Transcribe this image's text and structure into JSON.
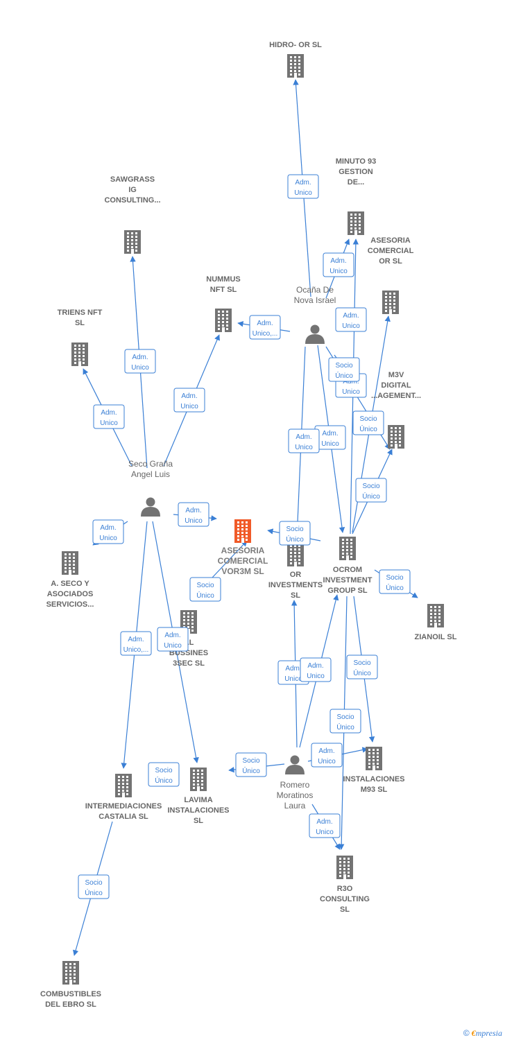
{
  "colors": {
    "edge": "#3a7fd5",
    "node": "#737373",
    "main_node": "#f05a28",
    "label": "#666666"
  },
  "nodes": [
    {
      "id": "hidro",
      "type": "company",
      "lines": [
        "HIDRO- OR  SL"
      ]
    },
    {
      "id": "minuto",
      "type": "company",
      "lines": [
        "MINUTO 93",
        "GESTION",
        "DE..."
      ]
    },
    {
      "id": "sawgrass",
      "type": "company",
      "lines": [
        "SAWGRASS",
        "IG",
        "CONSULTING..."
      ]
    },
    {
      "id": "asesoria_or",
      "type": "company",
      "lines": [
        "ASESORIA",
        "COMERCIAL",
        "OR  SL"
      ]
    },
    {
      "id": "nummus",
      "type": "company",
      "lines": [
        "NUMMUS",
        "NFT  SL"
      ]
    },
    {
      "id": "ocana",
      "type": "person",
      "lines": [
        "Ocaña De",
        "Nova Israel"
      ]
    },
    {
      "id": "triens",
      "type": "company",
      "lines": [
        "TRIENS NFT",
        "SL"
      ]
    },
    {
      "id": "m3v",
      "type": "company",
      "lines": [
        "M3V",
        "DIGITAL",
        "...AGEMENT..."
      ]
    },
    {
      "id": "seco",
      "type": "person",
      "lines": [
        "Seco Graña",
        "Angel Luis"
      ]
    },
    {
      "id": "asesoria_main",
      "type": "main",
      "lines": [
        "ASESORIA",
        "COMERCIAL",
        "VOR3M  SL"
      ]
    },
    {
      "id": "or_inv",
      "type": "company",
      "lines": [
        "OR",
        "INVESTMENTS",
        "SL"
      ]
    },
    {
      "id": "ocrom",
      "type": "company",
      "lines": [
        "OCROM",
        "INVESTMENT",
        "GROUP  SL"
      ]
    },
    {
      "id": "aseco",
      "type": "company",
      "lines": [
        "A.  SECO Y",
        "ASOCIADOS",
        "SERVICIOS..."
      ]
    },
    {
      "id": "zianoil",
      "type": "company",
      "lines": [
        "ZIANOIL  SL"
      ]
    },
    {
      "id": "al_bussines",
      "type": "company",
      "lines": [
        "AL",
        "BUSSINES",
        "3SEC  SL"
      ]
    },
    {
      "id": "intermediaciones",
      "type": "company",
      "lines": [
        "INTERMEDIACIONES",
        "CASTALIA  SL"
      ]
    },
    {
      "id": "lavima",
      "type": "company",
      "lines": [
        "LAVIMA",
        "INSTALACIONES",
        "SL"
      ]
    },
    {
      "id": "romero",
      "type": "person",
      "lines": [
        "Romero",
        "Moratinos",
        "Laura"
      ]
    },
    {
      "id": "inst_m93",
      "type": "company",
      "lines": [
        "INSTALACIONES",
        "M93  SL"
      ]
    },
    {
      "id": "r3o",
      "type": "company",
      "lines": [
        "R3O",
        "CONSULTING",
        "SL"
      ]
    },
    {
      "id": "combustibles",
      "type": "company",
      "lines": [
        "COMBUSTIBLES",
        "DEL EBRO  SL"
      ]
    }
  ],
  "edges": [
    {
      "from": "ocana",
      "to": "hidro",
      "label": [
        "Adm.",
        "Unico"
      ]
    },
    {
      "from": "ocana",
      "to": "minuto",
      "label": [
        "Adm.",
        "Unico"
      ]
    },
    {
      "from": "ocana",
      "to": "nummus",
      "label": [
        "Adm.",
        "Unico,..."
      ]
    },
    {
      "from": "ocana",
      "to": "ocrom",
      "label": [
        "Adm.",
        "Unico"
      ]
    },
    {
      "from": "ocana",
      "to": "ocrom",
      "label": [
        "Adm.",
        "Unico"
      ]
    },
    {
      "from": "ocana",
      "to": "or_inv",
      "label": [
        "Adm.",
        "Unico"
      ]
    },
    {
      "from": "ocana",
      "to": "m3v",
      "label": [
        "Socio",
        "Único"
      ]
    },
    {
      "from": "ocrom",
      "to": "minuto",
      "label": [
        "Adm.",
        "Unico"
      ]
    },
    {
      "from": "ocrom",
      "to": "asesoria_or",
      "label": [
        "Socio",
        "Único"
      ]
    },
    {
      "from": "ocrom",
      "to": "m3v",
      "label": [
        "Socio",
        "Único"
      ]
    },
    {
      "from": "ocrom",
      "to": "zianoil",
      "label": [
        "Socio",
        "Único"
      ]
    },
    {
      "from": "ocrom",
      "to": "inst_m93",
      "label": [
        "Socio",
        "Único"
      ]
    },
    {
      "from": "ocrom",
      "to": "r3o",
      "label": [
        "Socio",
        "Único"
      ]
    },
    {
      "from": "or_inv",
      "to": "asesoria_main",
      "label": [
        "Socio",
        "Único"
      ]
    },
    {
      "from": "seco",
      "to": "sawgrass",
      "label": [
        "Adm.",
        "Unico"
      ]
    },
    {
      "from": "seco",
      "to": "triens",
      "label": [
        "Adm.",
        "Unico"
      ]
    },
    {
      "from": "seco",
      "to": "nummus",
      "label": [
        "Adm.",
        "Unico"
      ]
    },
    {
      "from": "seco",
      "to": "asesoria_main",
      "label": [
        "Adm.",
        "Unico"
      ]
    },
    {
      "from": "seco",
      "to": "aseco",
      "label": [
        "Adm.",
        "Unico"
      ]
    },
    {
      "from": "seco",
      "to": "intermediaciones",
      "label": [
        "Adm.",
        "Unico,..."
      ]
    },
    {
      "from": "seco",
      "to": "lavima",
      "label": [
        "Adm.",
        "Unico"
      ]
    },
    {
      "from": "al_bussines",
      "to": "asesoria_main",
      "label": [
        "Socio",
        "Único"
      ]
    },
    {
      "from": "romero",
      "to": "or_inv",
      "label": [
        "Adm.",
        "Unico"
      ]
    },
    {
      "from": "romero",
      "to": "ocrom",
      "label": [
        "Adm.",
        "Unico"
      ]
    },
    {
      "from": "romero",
      "to": "inst_m93",
      "label": [
        "Adm.",
        "Unico"
      ]
    },
    {
      "from": "romero",
      "to": "r3o",
      "label": [
        "Adm.",
        "Unico"
      ]
    },
    {
      "from": "romero",
      "to": "lavima",
      "label": [
        "Socio",
        "Único"
      ]
    },
    {
      "from": "lavima",
      "to": "lavima",
      "label": [
        "Socio",
        "Único"
      ]
    },
    {
      "from": "intermediaciones",
      "to": "combustibles",
      "label": [
        "Socio",
        "Único"
      ]
    }
  ],
  "footer": {
    "copyright": "©",
    "brand_first": "€",
    "brand_rest": "mpresia"
  }
}
